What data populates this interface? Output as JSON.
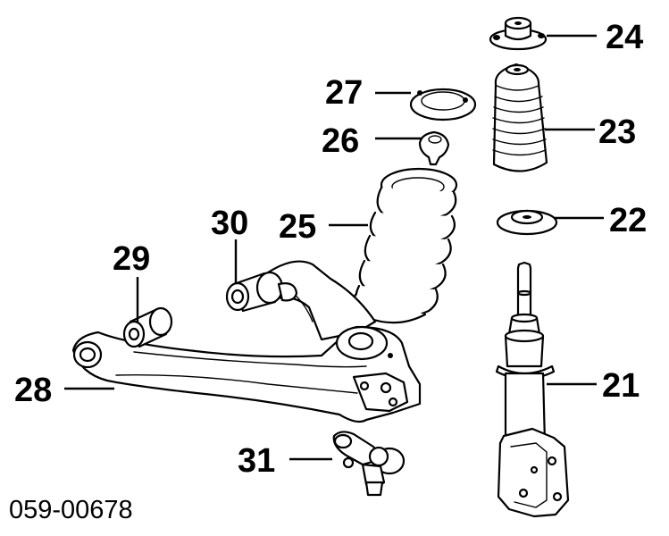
{
  "diagram": {
    "callouts": [
      {
        "id": "24",
        "label": "24"
      },
      {
        "id": "27",
        "label": "27"
      },
      {
        "id": "23",
        "label": "23"
      },
      {
        "id": "26",
        "label": "26"
      },
      {
        "id": "30",
        "label": "30"
      },
      {
        "id": "25",
        "label": "25"
      },
      {
        "id": "22",
        "label": "22"
      },
      {
        "id": "29",
        "label": "29"
      },
      {
        "id": "28",
        "label": "28"
      },
      {
        "id": "21",
        "label": "21"
      },
      {
        "id": "31",
        "label": "31"
      }
    ],
    "diagram_code": "059-00678"
  }
}
